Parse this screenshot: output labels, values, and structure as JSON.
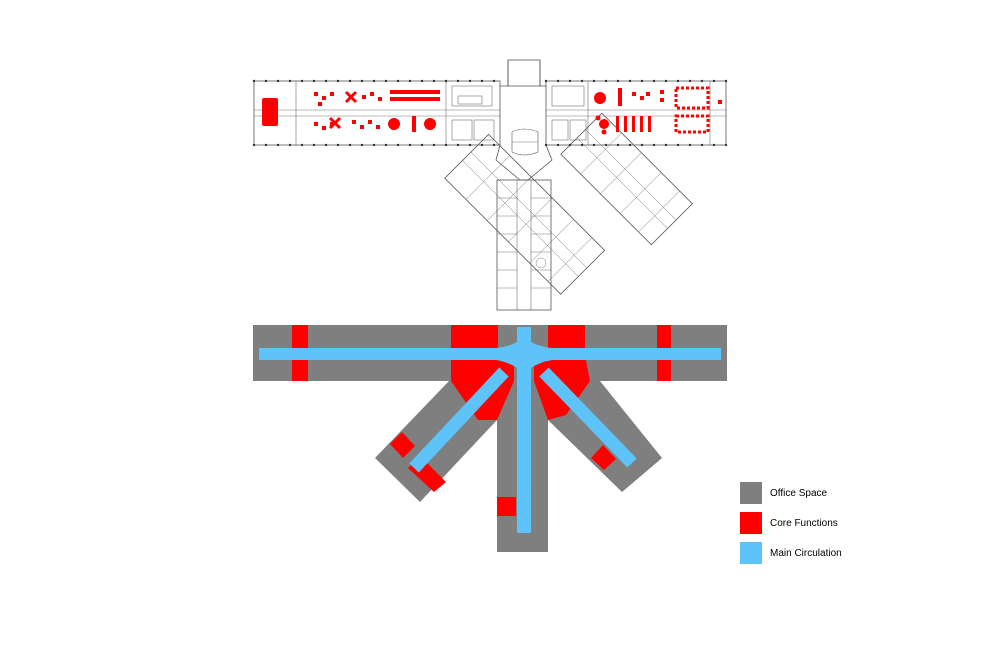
{
  "colors": {
    "office": "#7f7f7f",
    "core": "#ff0000",
    "circulation": "#5ec3f8",
    "plan_line": "#555555",
    "furniture": "#ff0000",
    "background": "#ffffff"
  },
  "legend": {
    "items": [
      {
        "label": "Office Space",
        "color": "#7f7f7f"
      },
      {
        "label": "Core Functions",
        "color": "#ff0000"
      },
      {
        "label": "Main Circulation",
        "color": "#5ec3f8"
      }
    ]
  }
}
